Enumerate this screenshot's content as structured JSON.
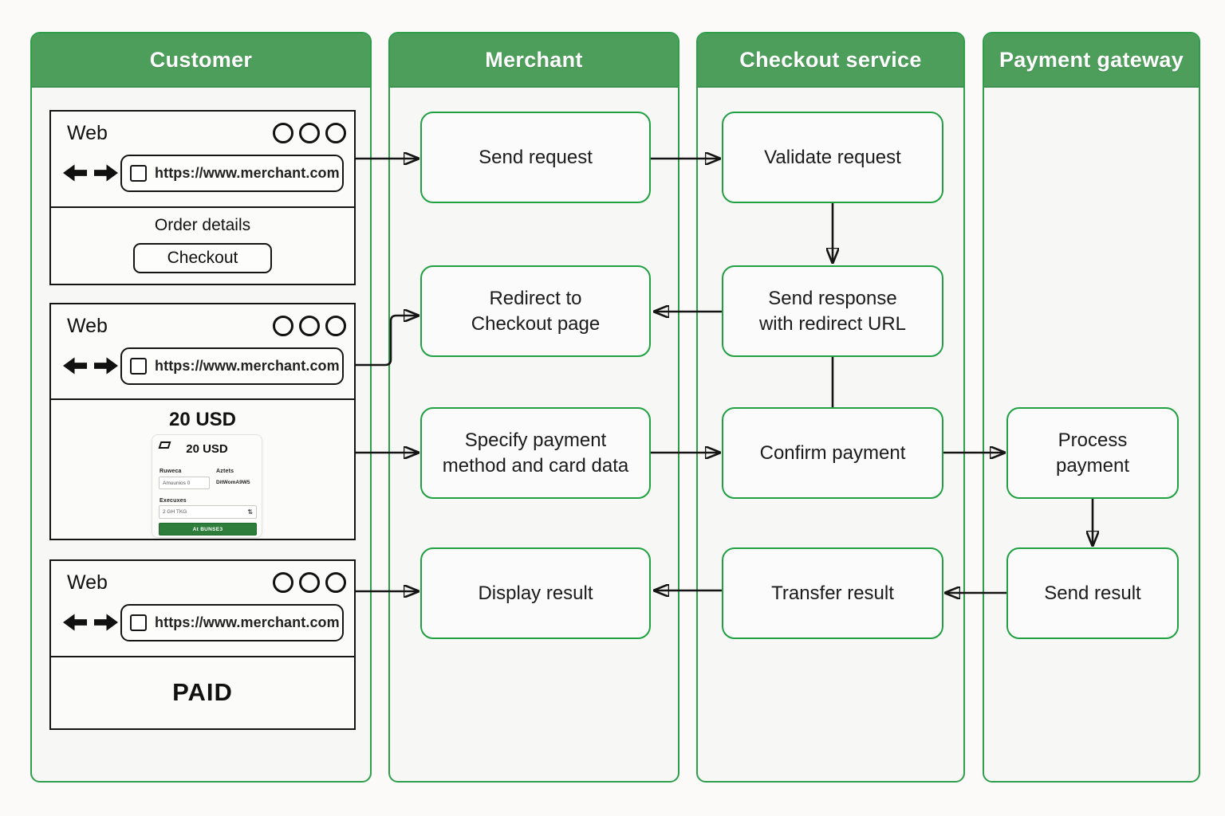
{
  "colors": {
    "lane_header_green": "#4d9e5b",
    "lane_border_green": "#2e9e4b",
    "node_border_green": "#21a042",
    "pay_button_green": "#2e7d3b",
    "arrow_black": "#141414"
  },
  "lanes": [
    {
      "title": "Customer"
    },
    {
      "title": "Merchant",
      "boxes": [
        "Send request",
        "Redirect to\nCheckout page",
        "Specify payment\nmethod and card data",
        "Display result"
      ]
    },
    {
      "title": "Checkout service",
      "boxes": [
        "Validate request",
        "Send response\nwith redirect URL",
        "Confirm payment",
        "Transfer result"
      ]
    },
    {
      "title": "Payment gateway",
      "boxes": [
        "Process\npayment",
        "Send result"
      ]
    }
  ],
  "browser": {
    "app_label": "Web",
    "url": "https://www.merchant.com"
  },
  "window1": {
    "heading": "Order details",
    "button": "Checkout"
  },
  "window2": {
    "amount": "20 USD",
    "card": {
      "amount": "20 USD",
      "field1_label": "Ruweca",
      "field1_value": "Amuunios 0",
      "field2_label": "Aztets",
      "field2_value": "DitWomA9W5",
      "field3_label": "Execuxes",
      "field3_value": "2 GH TKG",
      "spinner": "⇅",
      "pay_button": "At BUNSE3"
    }
  },
  "window3": {
    "status": "PAID"
  }
}
